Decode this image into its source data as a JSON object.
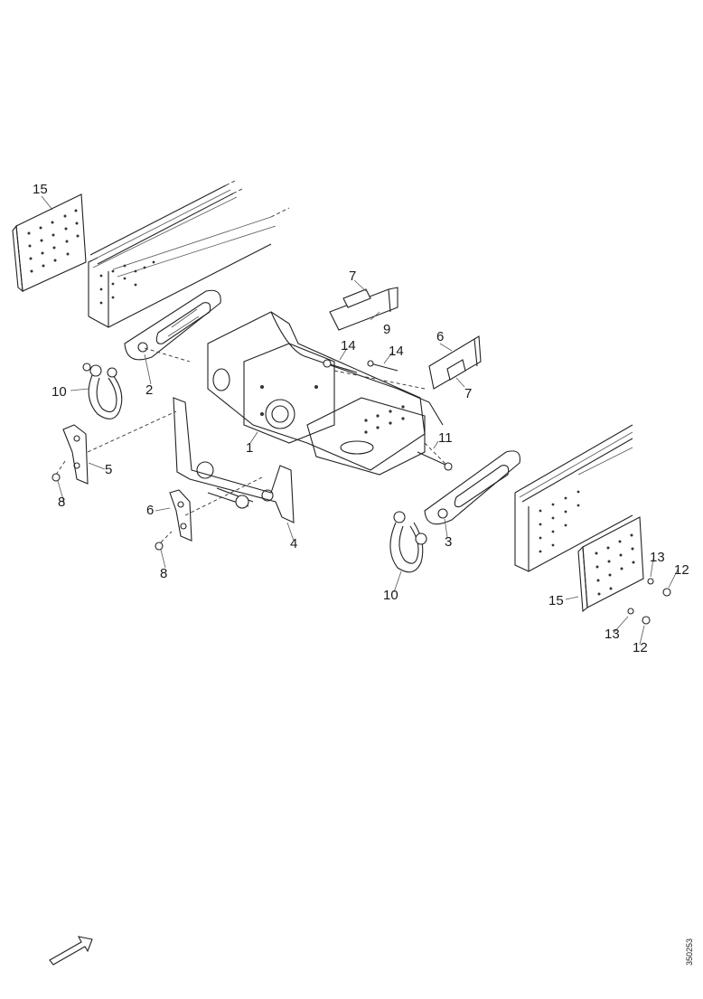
{
  "labels": {
    "p1": "1",
    "p2": "2",
    "p3": "3",
    "p4": "4",
    "p5": "5",
    "p6a": "6",
    "p6b": "6",
    "p7a": "7",
    "p7b": "7",
    "p8a": "8",
    "p8b": "8",
    "p9": "9",
    "p10a": "10",
    "p10b": "10",
    "p11": "11",
    "p12a": "12",
    "p12b": "12",
    "p13a": "13",
    "p13b": "13",
    "p14a": "14",
    "p14b": "14",
    "p15a": "15",
    "p15b": "15"
  },
  "doc_code": "350253",
  "icons": {
    "direction": "arrow-icon"
  }
}
